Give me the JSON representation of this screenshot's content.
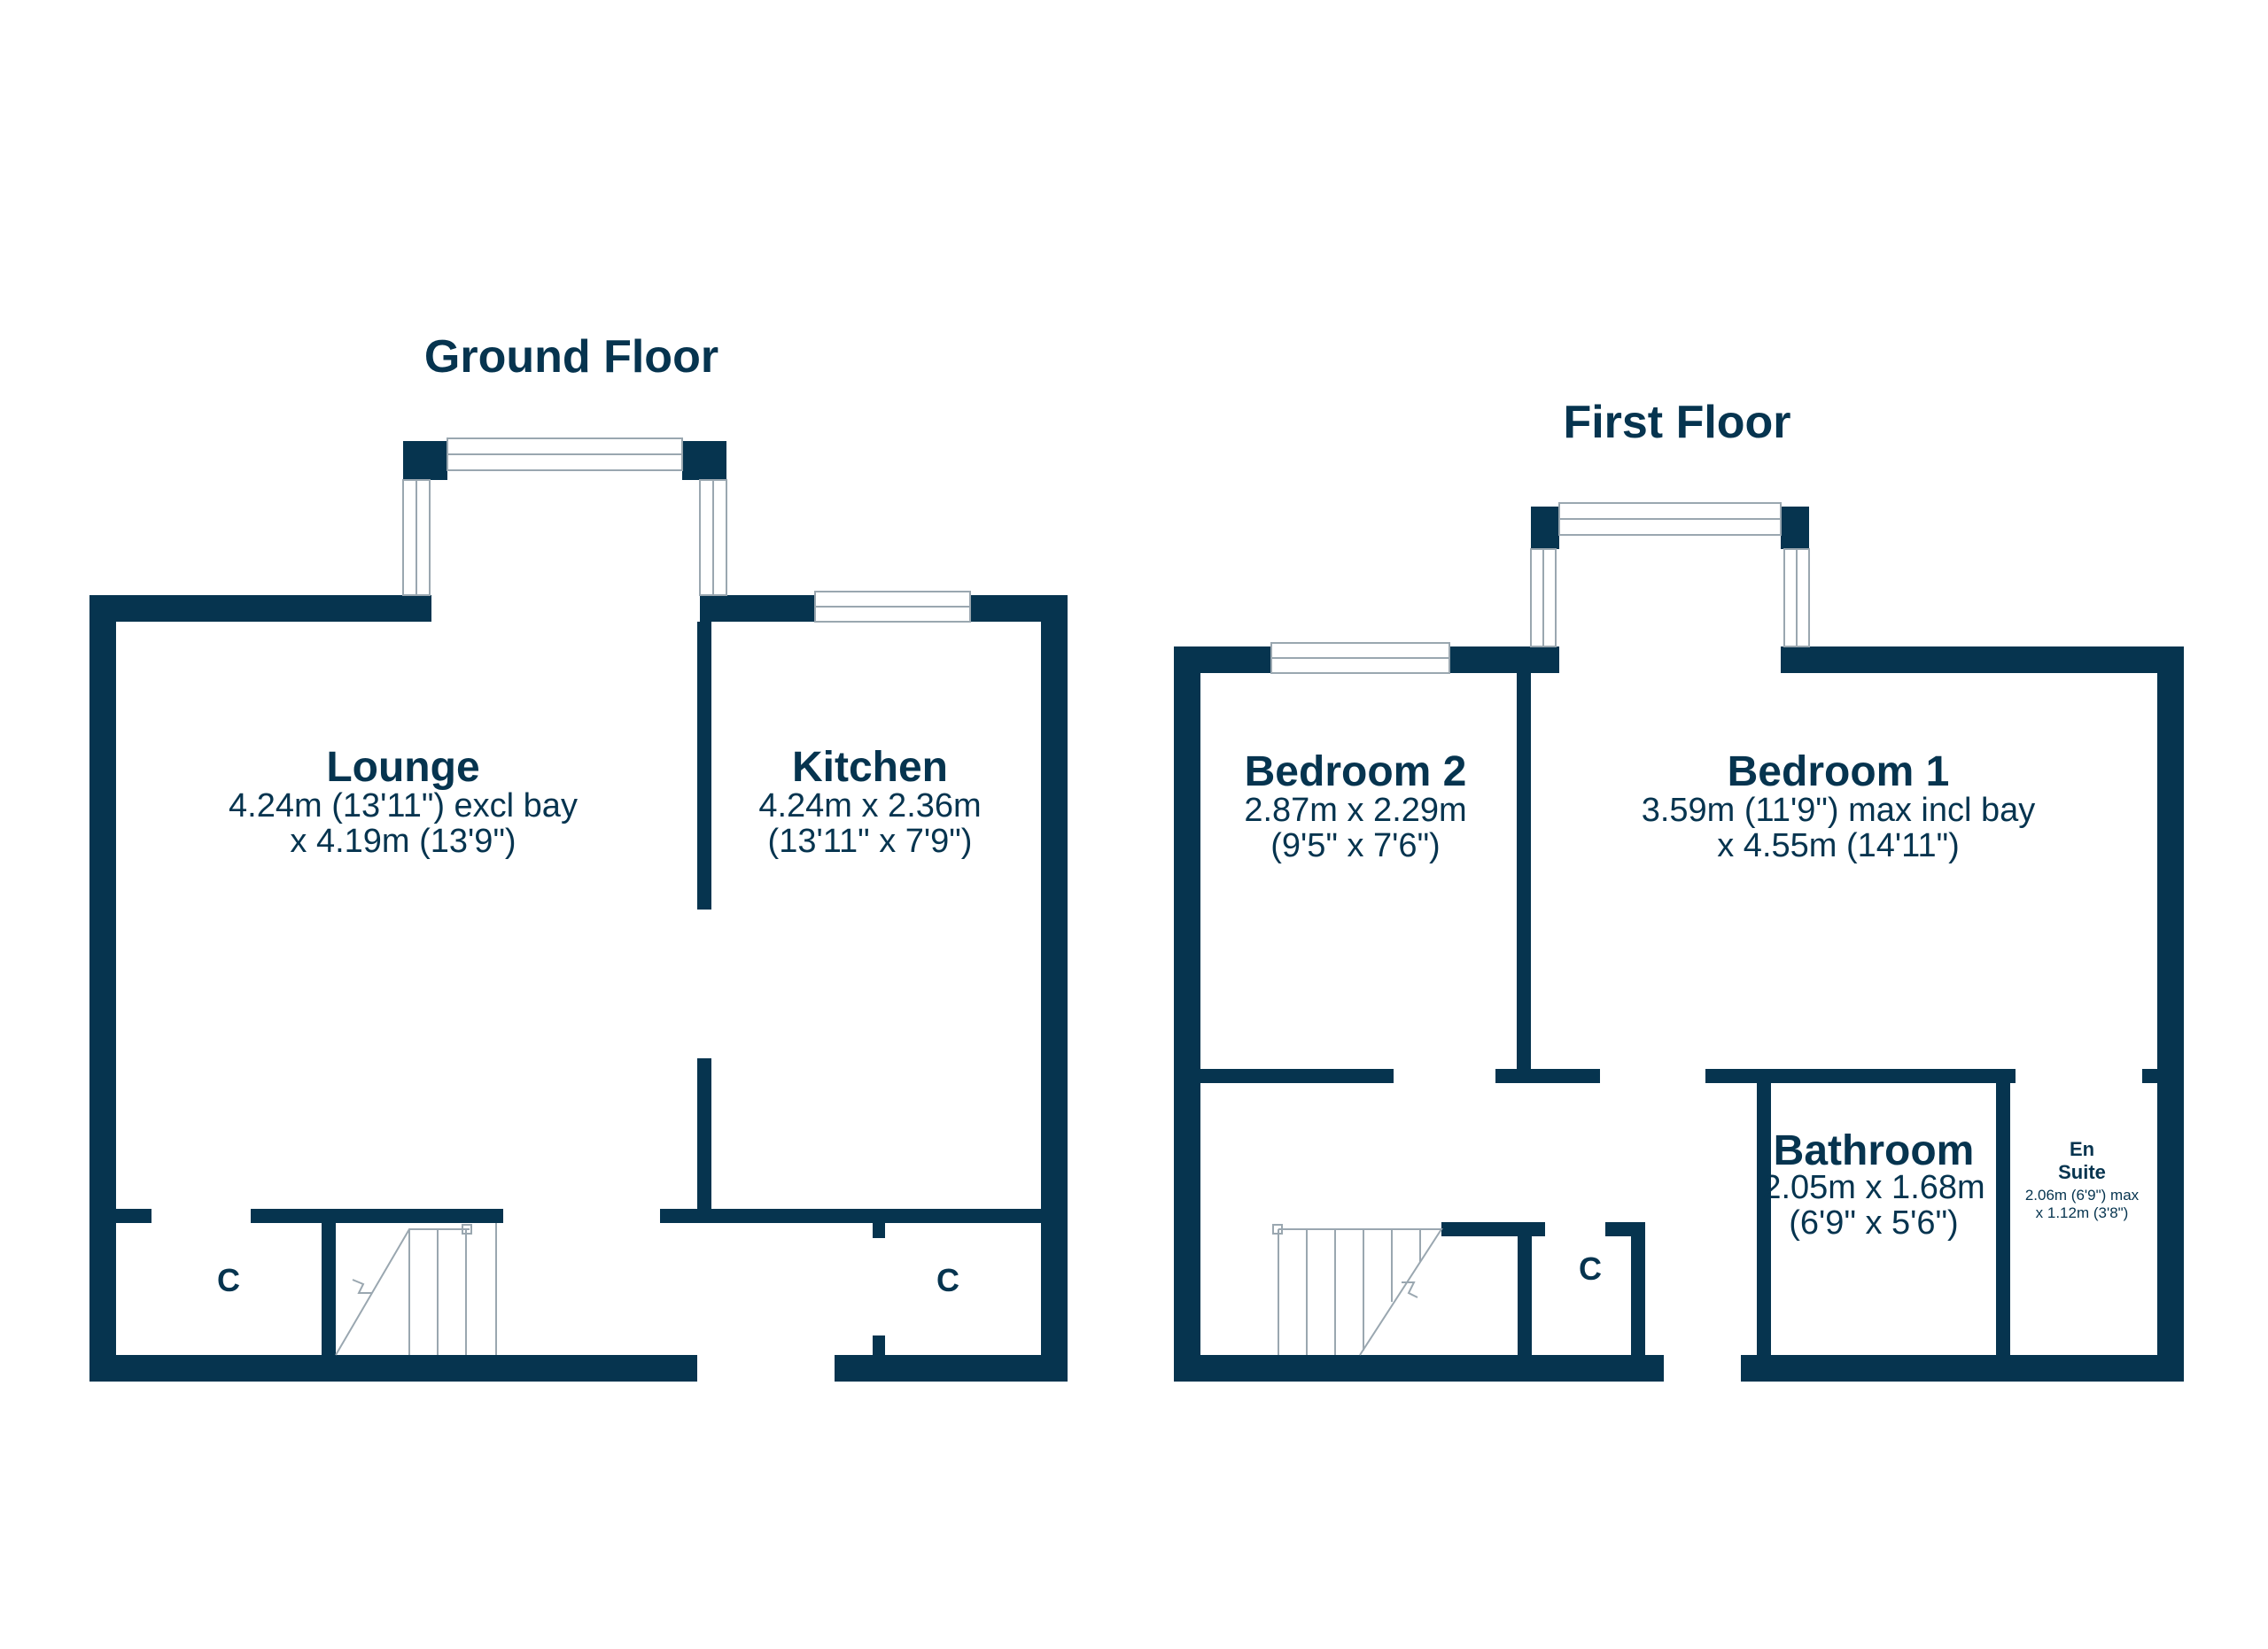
{
  "colors": {
    "wall": "#06344f",
    "window": "#9aa7b0",
    "text": "#06344f",
    "background": "#ffffff"
  },
  "ground_floor": {
    "title": "Ground Floor",
    "lounge": {
      "name": "Lounge",
      "dim1": "4.24m (13'11\") excl bay",
      "dim2": "x 4.19m (13'9\")"
    },
    "kitchen": {
      "name": "Kitchen",
      "dim1": "4.24m x 2.36m",
      "dim2": "(13'11\" x 7'9\")"
    },
    "cupboard_left": "C",
    "cupboard_right": "C"
  },
  "first_floor": {
    "title": "First Floor",
    "bedroom2": {
      "name": "Bedroom 2",
      "dim1": "2.87m x 2.29m",
      "dim2": "(9'5\" x 7'6\")"
    },
    "bedroom1": {
      "name": "Bedroom 1",
      "dim1": "3.59m (11'9\") max incl bay",
      "dim2": "x 4.55m (14'11\")"
    },
    "bathroom": {
      "name": "Bathroom",
      "dim1": "2.05m x 1.68m",
      "dim2": "(6'9\" x 5'6\")"
    },
    "ensuite": {
      "name1": "En",
      "name2": "Suite",
      "dim1": "2.06m (6'9\") max",
      "dim2": "x 1.12m (3'8\")"
    },
    "cupboard": "C"
  }
}
